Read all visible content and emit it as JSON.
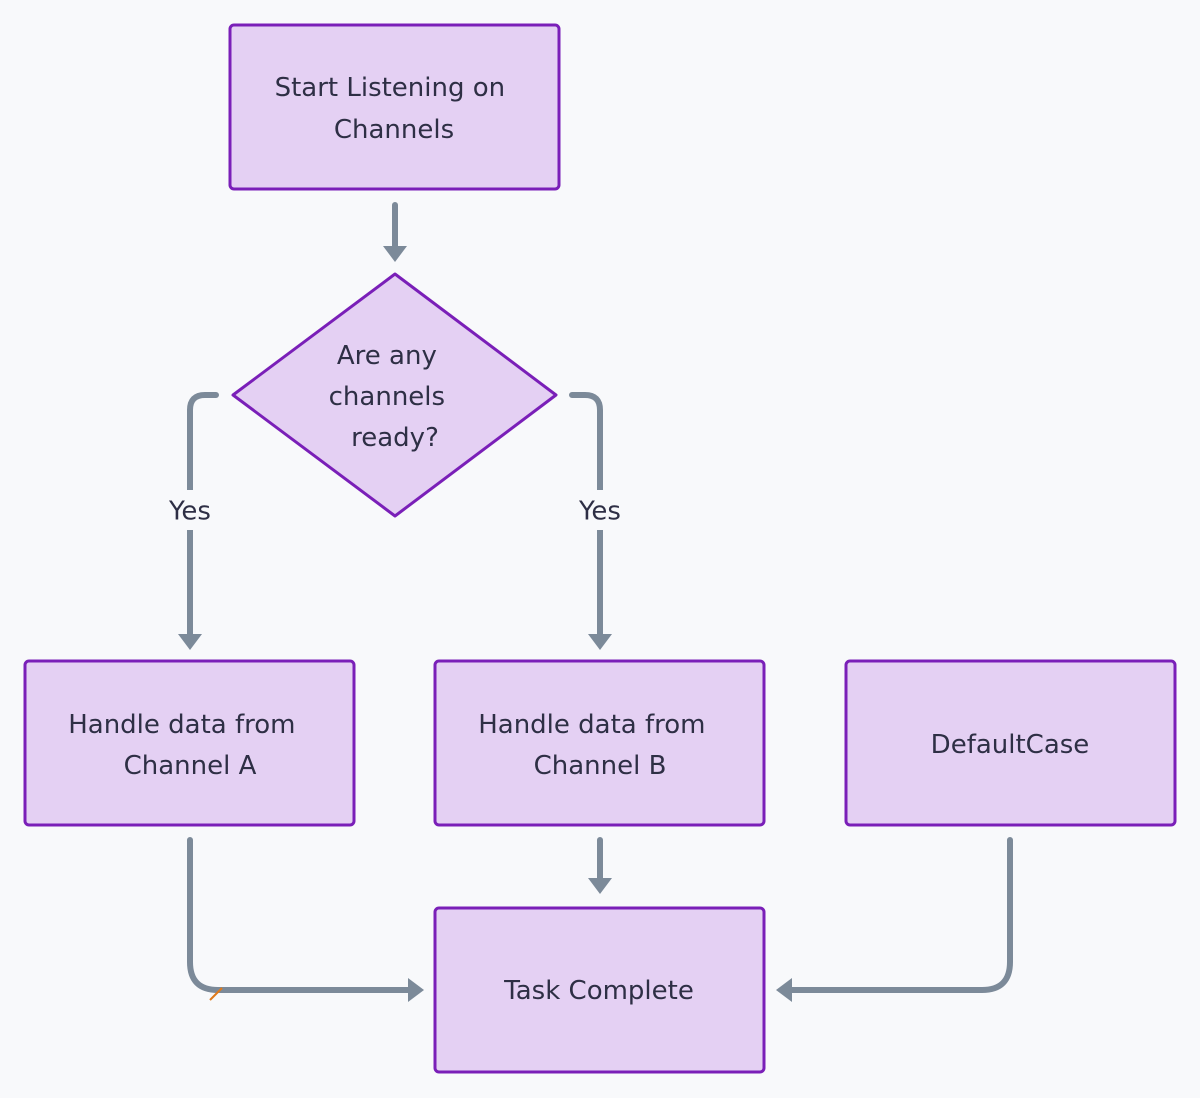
{
  "diagram": {
    "nodes": {
      "start": {
        "lines": [
          "Start Listening on",
          "Channels"
        ]
      },
      "decision": {
        "lines": [
          "Are any",
          "channels",
          "ready?"
        ]
      },
      "channel_a": {
        "lines": [
          "Handle data from",
          "Channel A"
        ]
      },
      "channel_b": {
        "lines": [
          "Handle data from",
          "Channel B"
        ]
      },
      "default_case": {
        "lines": [
          "DefaultCase"
        ]
      },
      "task_complete": {
        "lines": [
          "Task Complete"
        ]
      }
    },
    "edges": {
      "yes_left": {
        "label": "Yes"
      },
      "yes_right": {
        "label": "Yes"
      }
    }
  },
  "colors": {
    "node_fill": "#e4d0f3",
    "node_stroke": "#7a1fb8",
    "edge": "#7c8a99",
    "text": "#2e2f45",
    "background": "#f8f9fb"
  }
}
